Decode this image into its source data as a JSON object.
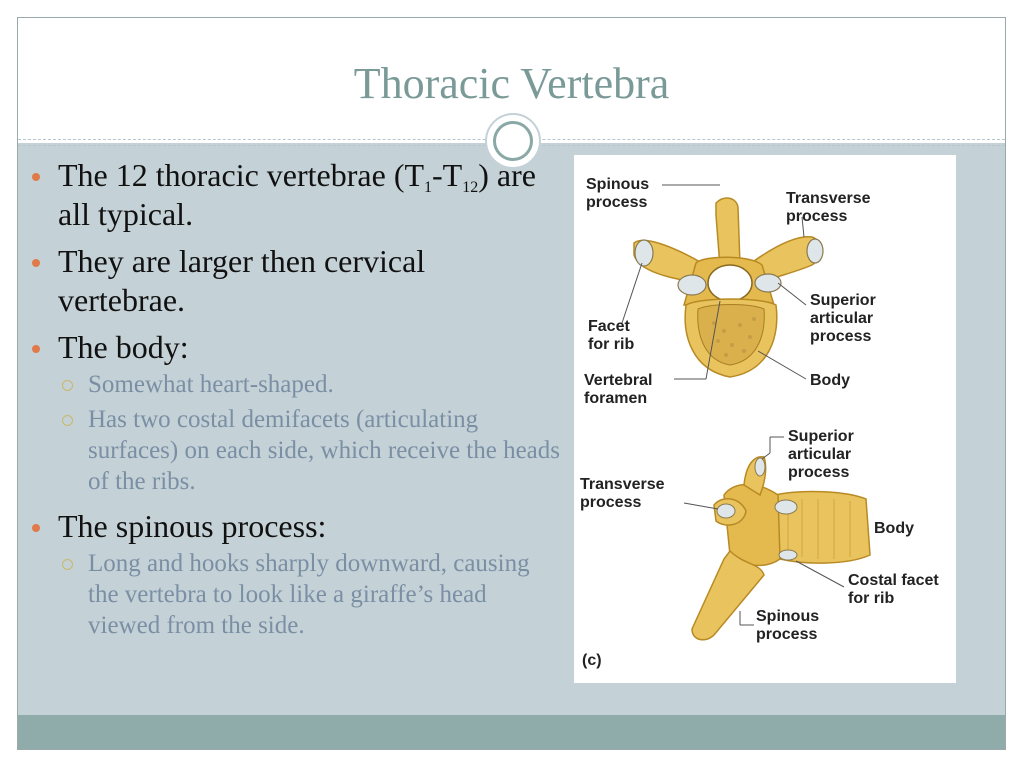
{
  "slide": {
    "title": "Thoracic Vertebra"
  },
  "bullets": [
    {
      "pre": "The 12 thoracic vertebrae (T",
      "sub1": "1",
      "mid": "-T",
      "sub2": "12",
      "post": ") are all typical."
    },
    {
      "text": "They are larger then cervical vertebrae."
    },
    {
      "text": "The body:"
    },
    {
      "text": "Somewhat heart-shaped."
    },
    {
      "text": "Has two costal demifacets (articulating surfaces) on each side, which receive the heads of the ribs."
    },
    {
      "text": "The spinous process:"
    },
    {
      "text": "Long and hooks sharply downward, causing the vertebra to look like a giraffe’s head viewed from the side."
    }
  ],
  "figure": {
    "top": {
      "spinous": [
        "Spinous",
        "process"
      ],
      "transverse": [
        "Transverse",
        "process"
      ],
      "facet": [
        "Facet",
        "for rib"
      ],
      "superior": [
        "Superior",
        "articular",
        "process"
      ],
      "foramen": [
        "Vertebral",
        "foramen"
      ],
      "body": "Body"
    },
    "bottom": {
      "superior": [
        "Superior",
        "articular",
        "process"
      ],
      "transverse": [
        "Transverse",
        "process"
      ],
      "body": "Body",
      "costal": [
        "Costal facet",
        "for rib"
      ],
      "spinous": [
        "Spinous",
        "process"
      ]
    },
    "panel_label": "(c)",
    "colors": {
      "bone": "#e9c35e",
      "bone_shadow": "#c99a2e",
      "facet": "#dfe6ea"
    }
  }
}
